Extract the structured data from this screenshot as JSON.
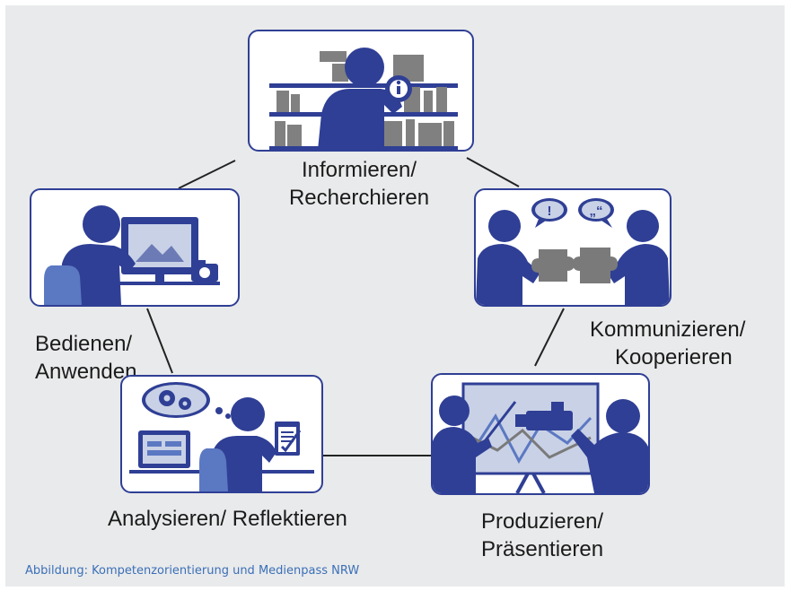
{
  "stages": {
    "informieren": {
      "line1": "Informieren/",
      "line2": "Recherchieren"
    },
    "kommunizieren": {
      "line1": "Kommunizieren/",
      "line2": "Kooperieren"
    },
    "produzieren": {
      "line1": "Produzieren/",
      "line2": "Präsentieren"
    },
    "analysieren": {
      "line1": "Analysieren/ Reflektieren"
    },
    "bedienen": {
      "line1": "Bedienen/",
      "line2": "Anwenden"
    }
  },
  "caption": "Abbildung: Kompetenzorientierung und Medienpass NRW",
  "colors": {
    "figure": "#2f3f95",
    "background": "#e9eaeb",
    "caption": "#3a6fb8",
    "puzzle": "#7a7a7a"
  },
  "icons": [
    "info-icon",
    "exclamation-icon",
    "quote-icon",
    "gears-icon",
    "camera-icon"
  ]
}
